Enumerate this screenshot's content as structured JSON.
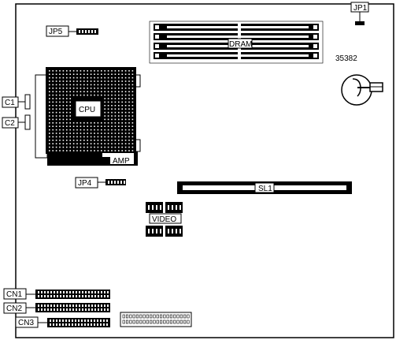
{
  "labels": {
    "jp1": "JP1",
    "jp5": "JP5",
    "jp4": "JP4",
    "dram": "DRAM",
    "cpu": "CPU",
    "amp": "AMP",
    "c1": "C1",
    "c2": "C2",
    "sl1": "SL1",
    "video": "VIDEO",
    "cn1": "CN1",
    "cn2": "CN2",
    "cn3": "CN3",
    "figure_number": "35382"
  },
  "colors": {
    "ink": "#000000",
    "paper": "#ffffff"
  }
}
